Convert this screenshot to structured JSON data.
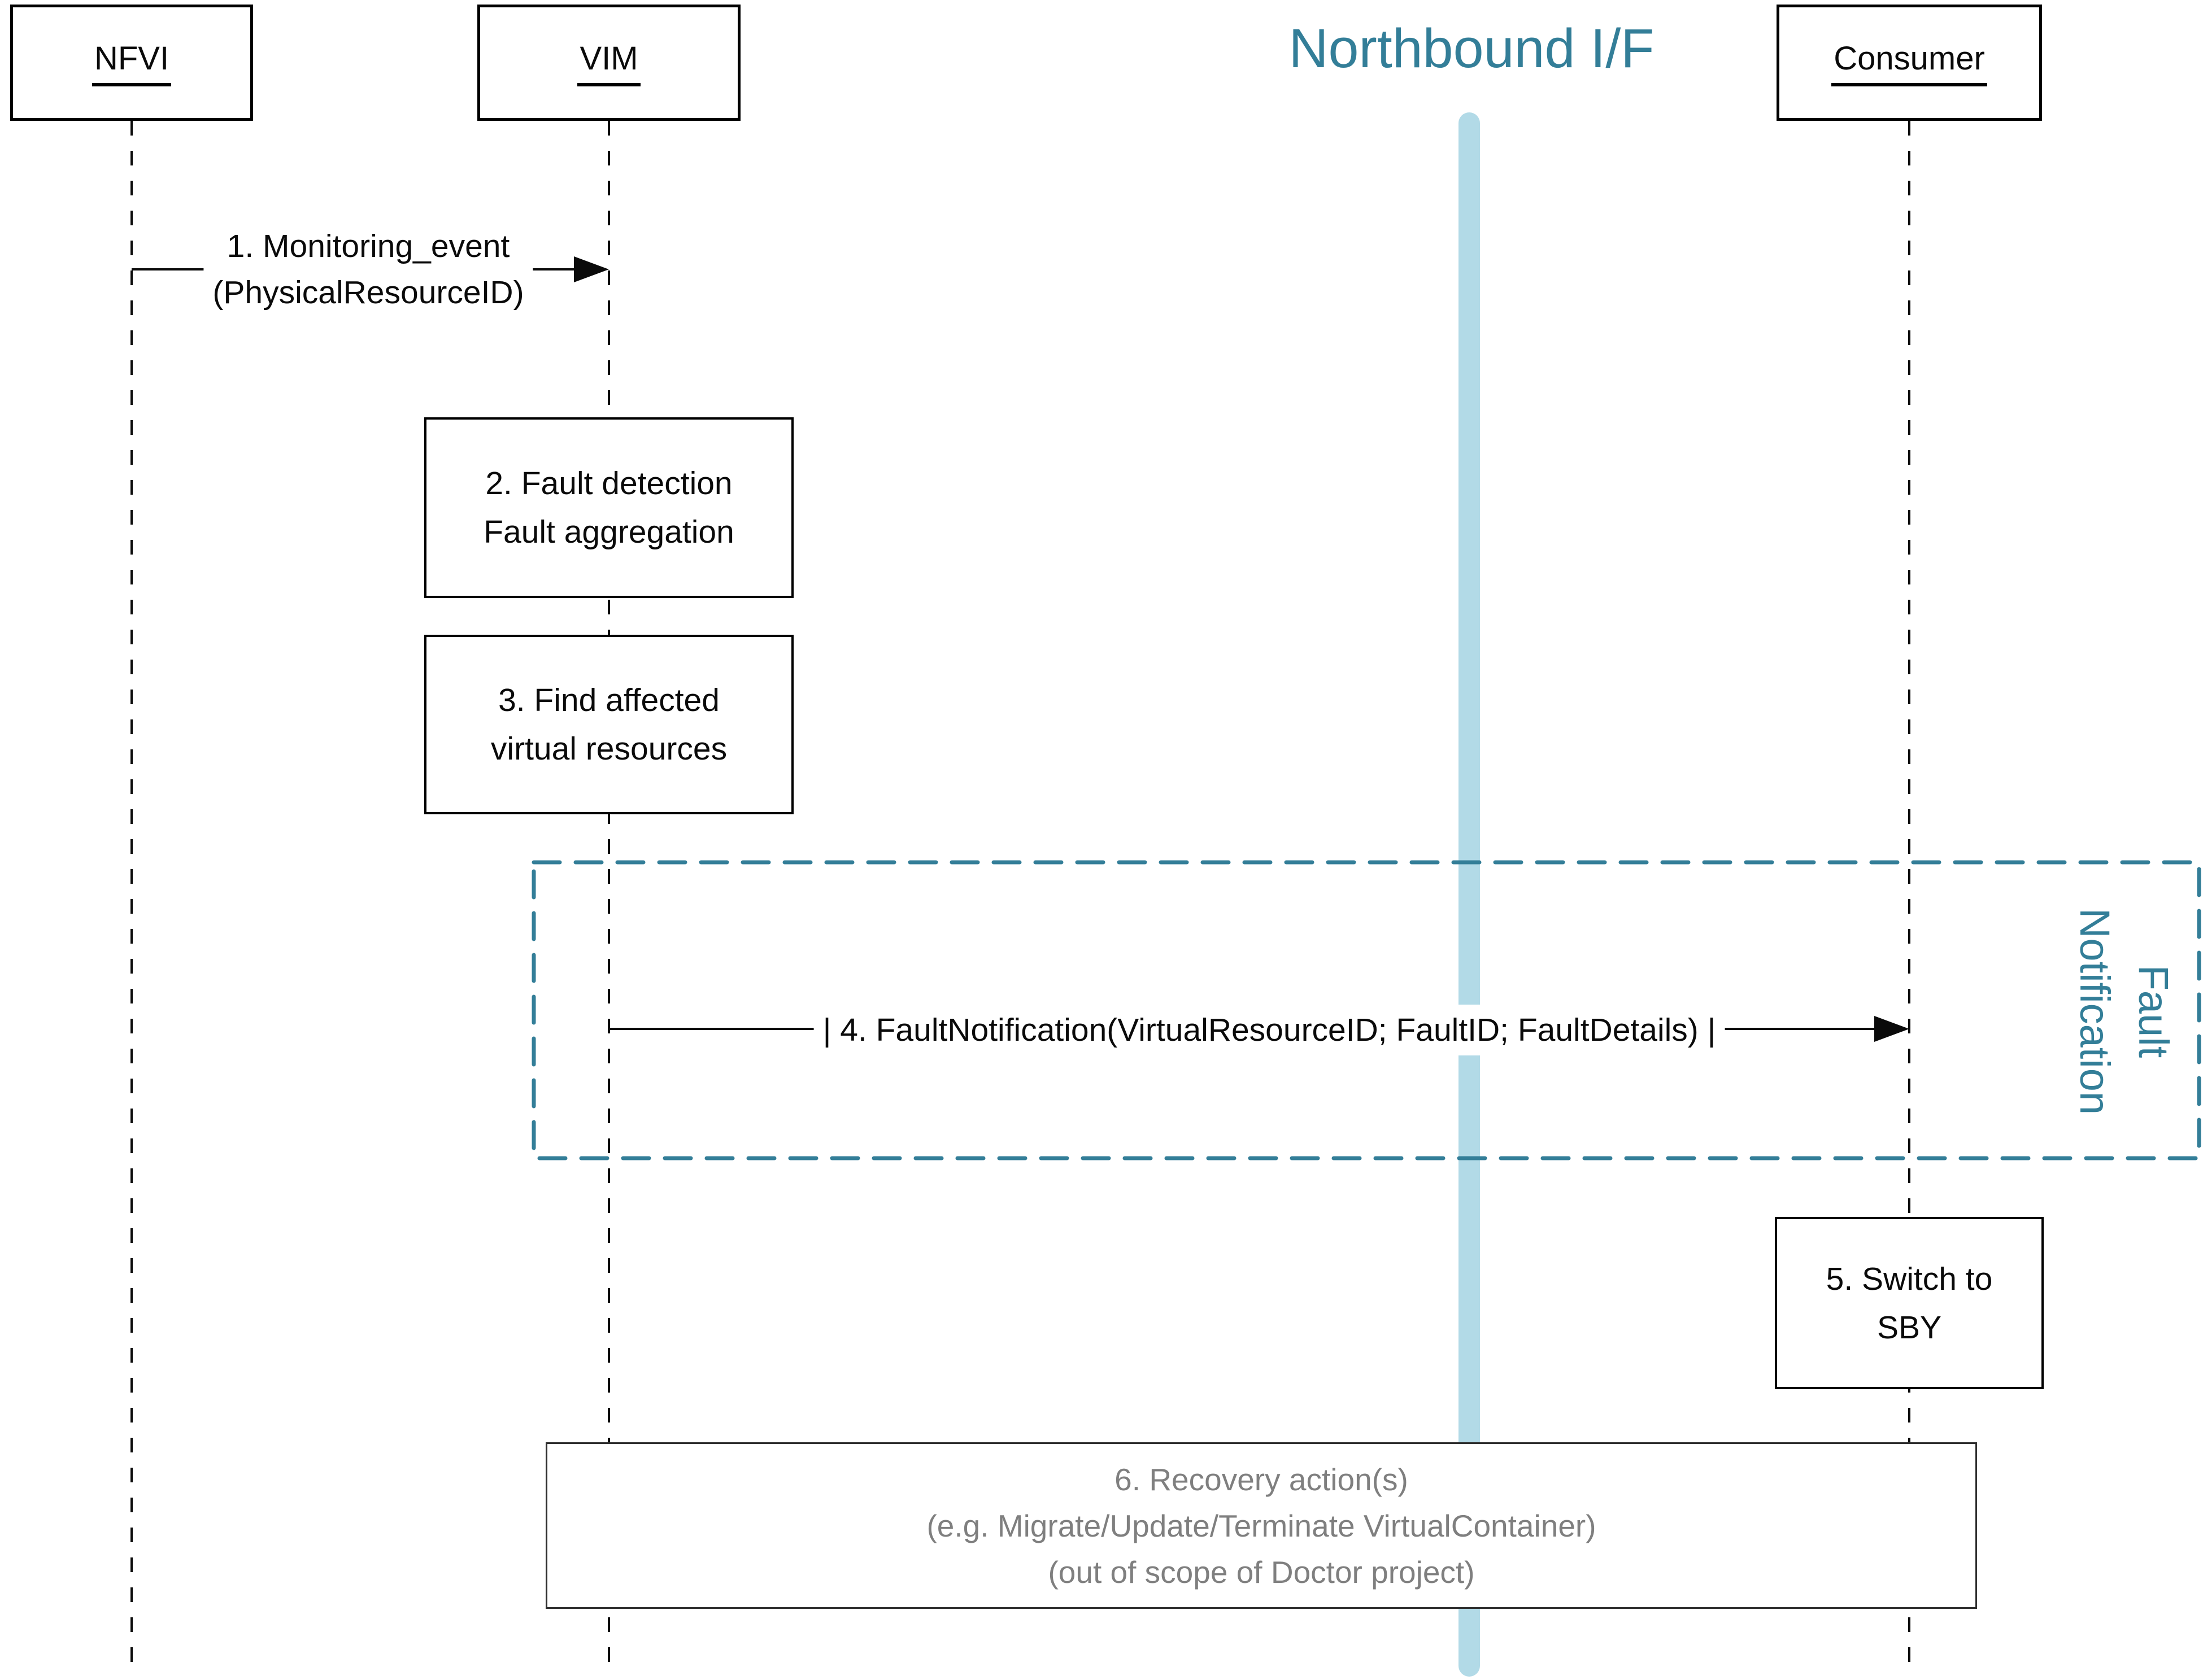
{
  "diagram_title": {
    "northbound_interface": "Northbound I/F"
  },
  "actors": [
    {
      "name": "NFVI"
    },
    {
      "name": "VIM"
    },
    {
      "name": "Consumer"
    }
  ],
  "messages": {
    "monitoring_event": {
      "line1": "1. Monitoring_event",
      "line2": "(PhysicalResourceID)"
    },
    "fault_notification": {
      "text": "| 4. FaultNotification(VirtualResourceID; FaultID; FaultDetails) |"
    }
  },
  "activities": {
    "fault_detection": {
      "line1": "2. Fault detection",
      "line2": "Fault aggregation"
    },
    "find_affected": {
      "line1": "3. Find affected",
      "line2": "virtual resources"
    },
    "switch_to_sby": {
      "line1": "5. Switch to",
      "line2": "SBY"
    },
    "recovery_action": {
      "line1": "6. Recovery action(s)",
      "line2": "(e.g. Migrate/Update/Terminate VirtualContainer)",
      "line3": "(out of scope of Doctor project)"
    }
  },
  "group_label": {
    "line1": "Fault",
    "line2": "Notification"
  },
  "colors": {
    "teal": "#337e98",
    "light_blue": "#b2dae7",
    "gray_text": "#7f7f7f",
    "dark_border": "#2e2e2e",
    "black": "#000000"
  }
}
